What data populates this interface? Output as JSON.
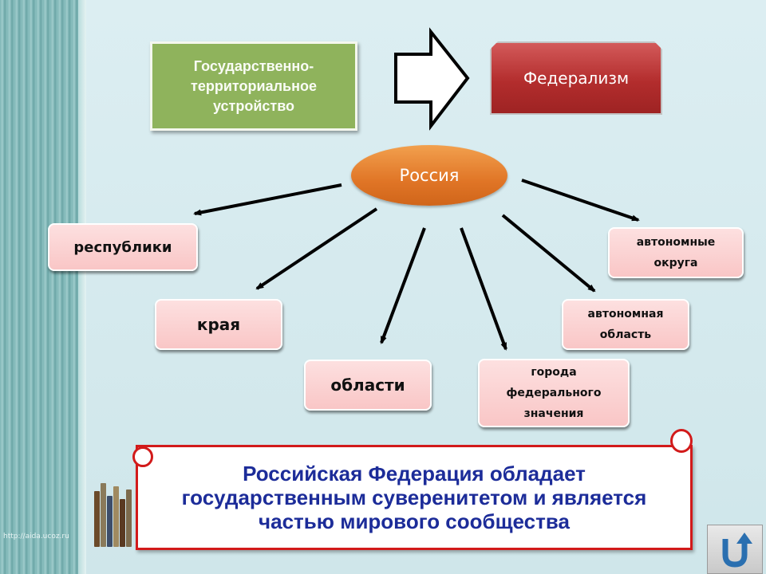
{
  "top": {
    "left_box_text": "Государственно-территориальное устройство",
    "right_box_text": "Федерализм"
  },
  "center_node": "Россия",
  "subjects": {
    "respubliki": "республики",
    "kraya": "края",
    "oblasti": "области",
    "goroda": [
      "города",
      "федерального",
      "значения"
    ],
    "avtonomnaya_oblast": [
      "автономная",
      "область"
    ],
    "avtonomnye_okruga": [
      "автономные",
      "округа"
    ]
  },
  "banner_text": "Российская Федерация обладает государственным суверенитетом и является частью мирового сообщества",
  "watermark": "http://aida.ucoz.ru",
  "nav_button_icon": "return-arrow-icon",
  "colors": {
    "green_box": "#8fb35c",
    "red_box": "#b32d2d",
    "oval": "#e07526",
    "pink_box": "#f9c6c6",
    "banner_text": "#1c2c99",
    "banner_border": "#d21a1a"
  }
}
